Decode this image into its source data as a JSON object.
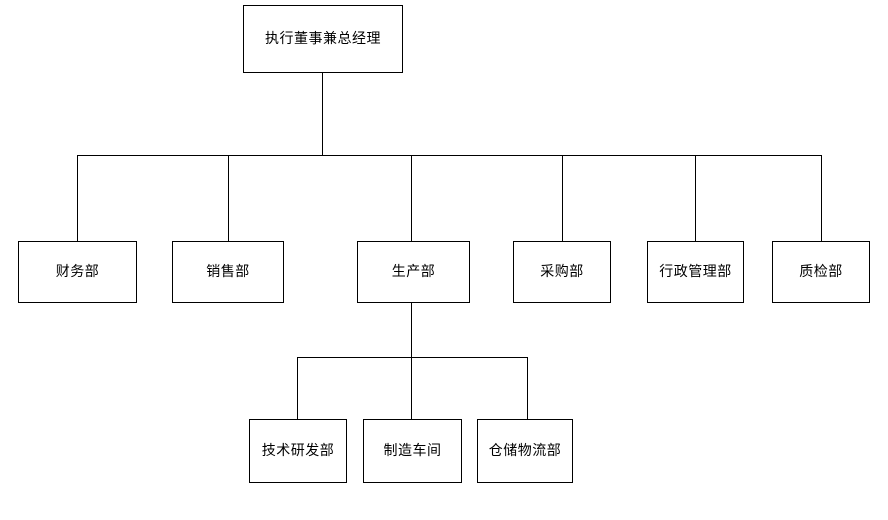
{
  "chart": {
    "type": "org-chart",
    "title": "",
    "levels": [
      {
        "level": 1,
        "nodes": [
          {
            "id": "ceo",
            "label": "执行董事兼总经理"
          }
        ]
      },
      {
        "level": 2,
        "nodes": [
          {
            "id": "finance",
            "label": "财务部"
          },
          {
            "id": "sales",
            "label": "销售部"
          },
          {
            "id": "production",
            "label": "生产部"
          },
          {
            "id": "procurement",
            "label": "采购部"
          },
          {
            "id": "administration",
            "label": "行政管理部"
          },
          {
            "id": "quality",
            "label": "质检部"
          }
        ]
      },
      {
        "level": 3,
        "nodes": [
          {
            "id": "rnd",
            "label": "技术研发部"
          },
          {
            "id": "workshop",
            "label": "制造车间"
          },
          {
            "id": "warehouse",
            "label": "仓储物流部"
          }
        ]
      }
    ],
    "edges": [
      {
        "from": "ceo",
        "to": "finance"
      },
      {
        "from": "ceo",
        "to": "sales"
      },
      {
        "from": "ceo",
        "to": "production"
      },
      {
        "from": "ceo",
        "to": "procurement"
      },
      {
        "from": "ceo",
        "to": "administration"
      },
      {
        "from": "ceo",
        "to": "quality"
      },
      {
        "from": "production",
        "to": "rnd"
      },
      {
        "from": "production",
        "to": "workshop"
      },
      {
        "from": "production",
        "to": "warehouse"
      }
    ],
    "colors": {
      "box_fill": "#ffffff",
      "box_border": "#000000",
      "line": "#000000",
      "text": "#000000",
      "background": "#ffffff"
    }
  }
}
